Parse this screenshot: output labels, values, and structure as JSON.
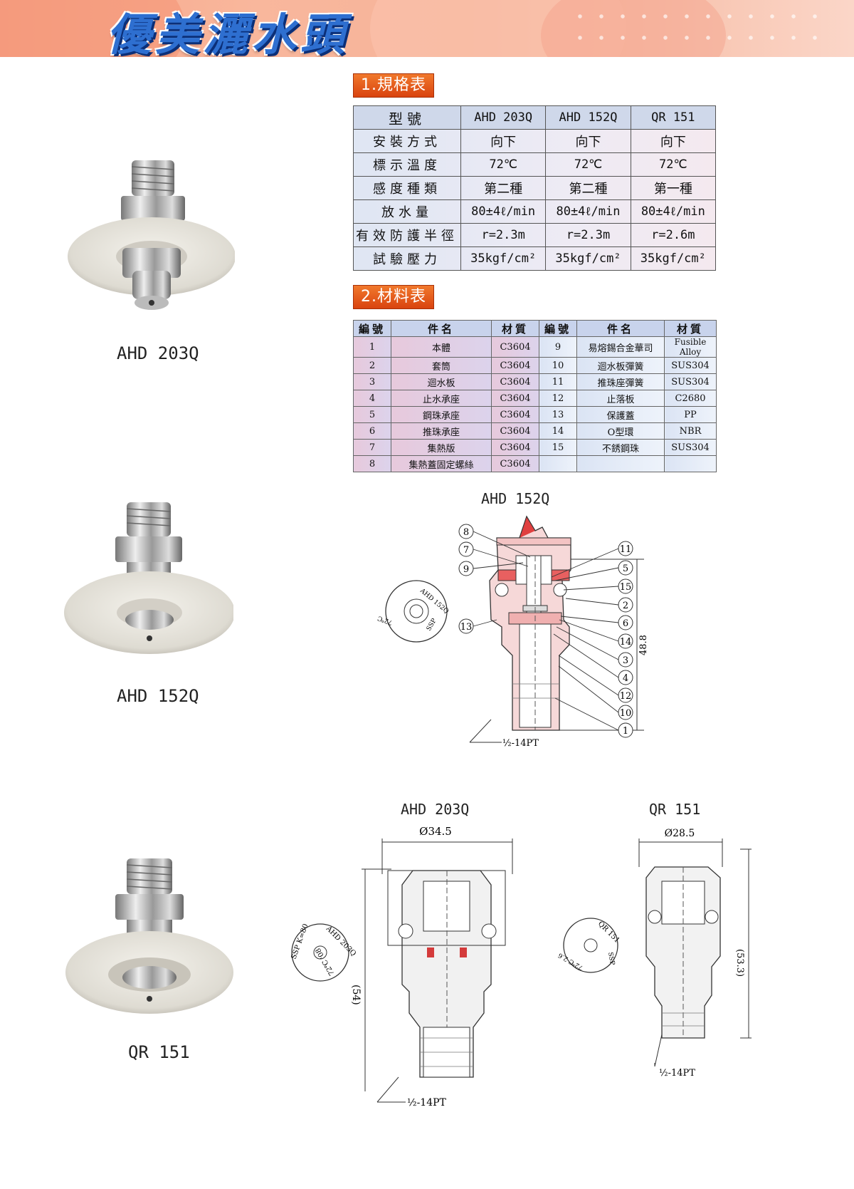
{
  "banner": {
    "title": "優美灑水頭"
  },
  "spec": {
    "heading": "1.規格表",
    "columns": [
      "型號",
      "AHD 203Q",
      "AHD 152Q",
      "QR 151"
    ],
    "rows": [
      [
        "安裝方式",
        "向下",
        "向下",
        "向下"
      ],
      [
        "標示溫度",
        "72℃",
        "72℃",
        "72℃"
      ],
      [
        "感度種類",
        "第二種",
        "第二種",
        "第一種"
      ],
      [
        "放水量",
        "80±4ℓ/min",
        "80±4ℓ/min",
        "80±4ℓ/min"
      ],
      [
        "有效防護半徑",
        "r=2.3m",
        "r=2.3m",
        "r=2.6m"
      ],
      [
        "試驗壓力",
        "35kgf/cm²",
        "35kgf/cm²",
        "35kgf/cm²"
      ]
    ]
  },
  "materials": {
    "heading": "2.材料表",
    "columns": [
      "編號",
      "件名",
      "材質",
      "編號",
      "件名",
      "材質"
    ],
    "rows": [
      [
        "1",
        "本體",
        "C3604",
        "9",
        "易熔錫合金華司",
        "Fusible Alloy"
      ],
      [
        "2",
        "套筒",
        "C3604",
        "10",
        "迴水板彈簧",
        "SUS304"
      ],
      [
        "3",
        "迴水板",
        "C3604",
        "11",
        "推珠座彈簧",
        "SUS304"
      ],
      [
        "4",
        "止水承座",
        "C3604",
        "12",
        "止落板",
        "C2680"
      ],
      [
        "5",
        "鋼珠承座",
        "C3604",
        "13",
        "保護蓋",
        "PP"
      ],
      [
        "6",
        "推珠承座",
        "C3604",
        "14",
        "O型環",
        "NBR"
      ],
      [
        "7",
        "集熱版",
        "C3604",
        "15",
        "不銹鋼珠",
        "SUS304"
      ],
      [
        "8",
        "集熱蓋固定螺絲",
        "C3604",
        "",
        "",
        ""
      ]
    ]
  },
  "products": [
    {
      "label": "AHD 203Q"
    },
    {
      "label": "AHD 152Q"
    },
    {
      "label": "QR 151"
    }
  ],
  "diagram152": {
    "title": "AHD 152Q",
    "thread": "½-14PT",
    "dimension": "48.8",
    "left_callouts": [
      "8",
      "7",
      "9",
      "13"
    ],
    "right_callouts": [
      "11",
      "5",
      "15",
      "2",
      "6",
      "14",
      "3",
      "4",
      "12",
      "10",
      "1"
    ],
    "seal": {
      "line1": "AHD 152Q",
      "line2": "SSP",
      "line3": "72℃"
    }
  },
  "diagram203": {
    "title": "AHD 203Q",
    "diameter": "Ø34.5",
    "height": "(54)",
    "thread": "½-14PT",
    "seal": {
      "line1": "AHD 203Q",
      "line2": "SSP K=80",
      "line3": "72℃ '08"
    }
  },
  "diagram151": {
    "title": "QR 151",
    "diameter": "Ø28.5",
    "height": "(53.3)",
    "thread": "½-14PT",
    "seal": {
      "line1": "QR 151",
      "line2": "SSP",
      "line3": "72℃ 2.6"
    }
  }
}
